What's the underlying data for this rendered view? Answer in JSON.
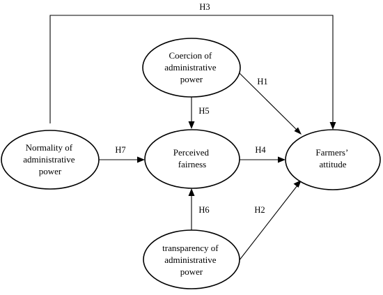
{
  "nodes": [
    {
      "id": "normality",
      "lines": [
        "Normality of",
        "administrative",
        "power"
      ]
    },
    {
      "id": "coercion",
      "lines": [
        "Coercion of",
        "administrative",
        "power"
      ]
    },
    {
      "id": "fairness",
      "lines": [
        "Perceived",
        "fairness"
      ]
    },
    {
      "id": "attitude",
      "lines": [
        "Farmers’",
        "attitude"
      ]
    },
    {
      "id": "transparency",
      "lines": [
        "transparency of",
        "administrative",
        "power"
      ]
    }
  ],
  "edges": [
    {
      "id": "h1",
      "label": "H1",
      "from": "coercion",
      "to": "attitude"
    },
    {
      "id": "h2",
      "label": "H2",
      "from": "transparency",
      "to": "attitude"
    },
    {
      "id": "h3",
      "label": "H3",
      "from": "normality",
      "to": "attitude"
    },
    {
      "id": "h4",
      "label": "H4",
      "from": "fairness",
      "to": "attitude"
    },
    {
      "id": "h5",
      "label": "H5",
      "from": "coercion",
      "to": "fairness"
    },
    {
      "id": "h6",
      "label": "H6",
      "from": "transparency",
      "to": "fairness"
    },
    {
      "id": "h7",
      "label": "H7",
      "from": "normality",
      "to": "fairness"
    }
  ]
}
